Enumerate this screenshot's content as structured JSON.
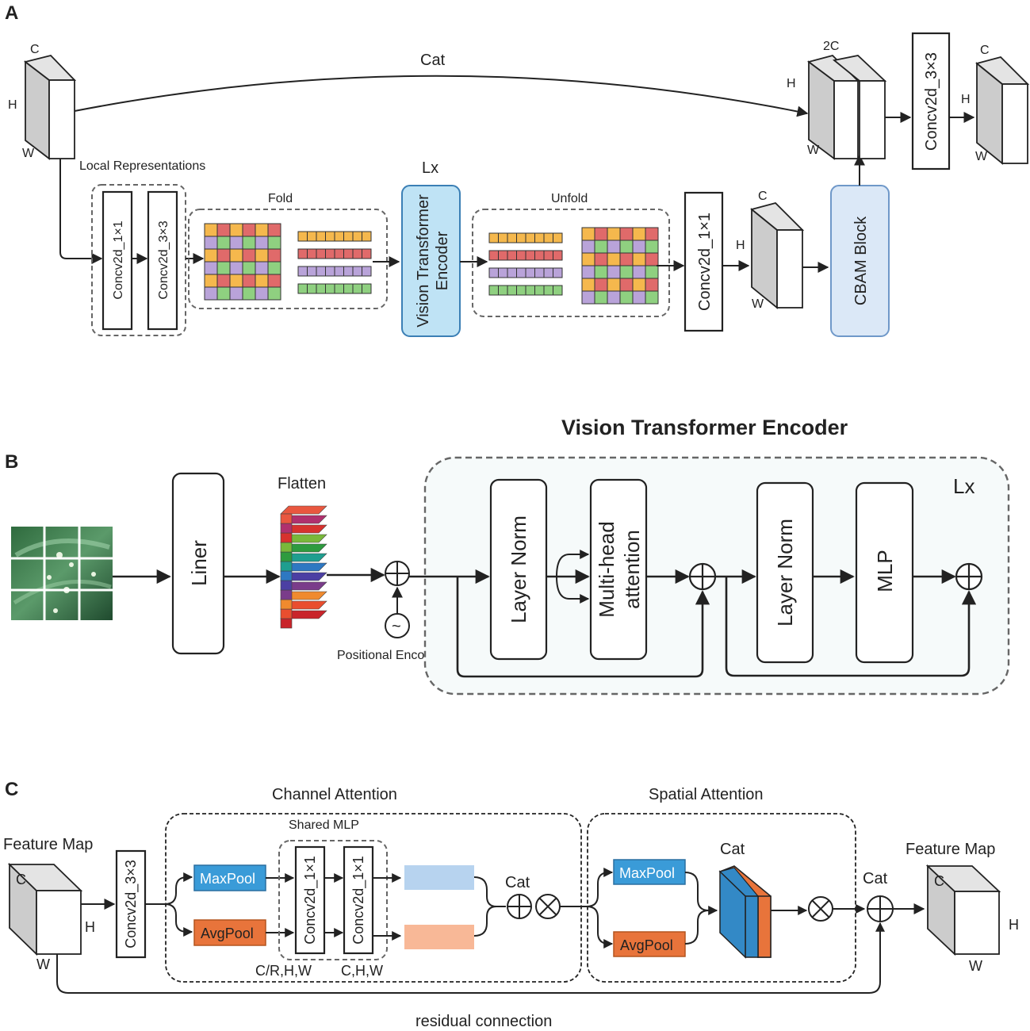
{
  "panels": {
    "a": "A",
    "b": "B",
    "c": "C"
  },
  "colors": {
    "vit_fill": "#bfe3f5",
    "vit_stroke": "#3b7fb5",
    "cbam_fill": "#dbe8f7",
    "cbam_stroke": "#6f98c9",
    "maxpool": "#3a9bd8",
    "avgpool": "#e8743b",
    "bar_blue": "#b7d3ef",
    "bar_orange": "#f8b897",
    "cat_blue": "#3389c6",
    "cat_orange": "#e8743b",
    "grid_orange": "#f5b84d",
    "grid_red": "#e06a6a",
    "grid_purple": "#b9a3d9",
    "grid_green": "#8fd080"
  },
  "a": {
    "cube_in": {
      "c": "C",
      "h": "H",
      "w": "W"
    },
    "cat": "Cat",
    "local_repr": "Local Representations",
    "conv1": "Concv2d_1×1",
    "conv3": "Concv2d_3×3",
    "fold": "Fold",
    "lx": "Lx",
    "vit_line1": "Vision Transformer",
    "vit_line2": "Encoder",
    "unfold": "Unfold",
    "conv1b": "Concv2d_1×1",
    "cube_mid": {
      "c": "C",
      "h": "H",
      "w": "W"
    },
    "cbam": "CBAM Block",
    "cube_cat": {
      "c": "2C",
      "h": "H",
      "w": "W"
    },
    "conv3b": "Concv2d_3×3",
    "cube_out": {
      "c": "C",
      "h": "H",
      "w": "W"
    }
  },
  "b": {
    "title": "Vision Transformer Encoder",
    "liner": "Liner",
    "flatten": "Flatten",
    "pos_enc": "Positional Encoding",
    "tilde": "~",
    "lx": "Lx",
    "ln1": "Layer Norm",
    "mha1": "Multi-head",
    "mha2": "attention",
    "ln2": "Layer Norm",
    "mlp": "MLP",
    "flatten_colors": [
      "#c9242a",
      "#e94e2f",
      "#f08a2e",
      "#7a3c8a",
      "#4b3fa3",
      "#2e78c2",
      "#1f9e8f",
      "#2e9b3f",
      "#79b83a",
      "#d7322e",
      "#b0306e",
      "#e9573f"
    ]
  },
  "c": {
    "channel_attention": "Channel Attention",
    "spatial_attention": "Spatial Attention",
    "shared_mlp": "Shared MLP",
    "feature_map_in": "Feature Map",
    "feature_map_out": "Feature Map",
    "conv3": "Concv2d_3×3",
    "maxpool": "MaxPool",
    "avgpool": "AvgPool",
    "conv1a": "Concv2d_1×1",
    "conv1b": "Concv2d_1×1",
    "dim1": "C/R,H,W",
    "dim2": "C,H,W",
    "cat1": "Cat",
    "cat2": "Cat",
    "cat3": "Cat",
    "maxpool2": "MaxPool",
    "avgpool2": "AvgPool",
    "residual": "residual connection",
    "cube_in": {
      "c": "C",
      "h": "H",
      "w": "W"
    },
    "cube_out": {
      "c": "C",
      "h": "H",
      "w": "W"
    }
  }
}
